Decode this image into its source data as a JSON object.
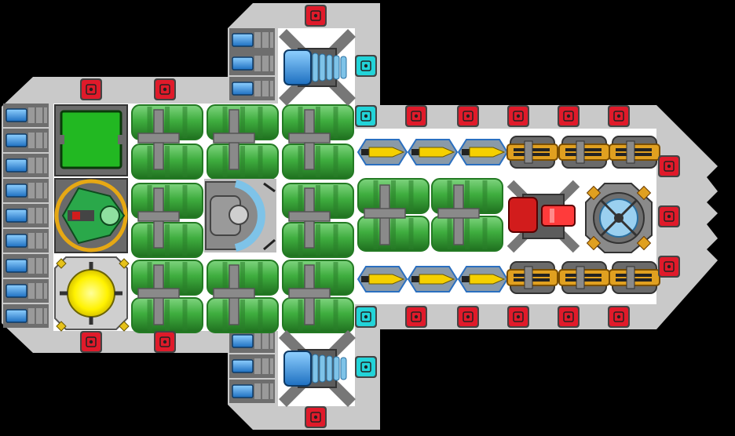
{
  "ship": {
    "hull_color": "#c9c9c9",
    "floor_color": "#ffffff",
    "glyph_color": "#9a9a9a",
    "colors": {
      "hardpoint_red": "#e01a2a",
      "hardpoint_cyan": "#22d3d8",
      "fuel_green": "#3fae3f",
      "fuel_green_dark": "#237a23",
      "pipe_gray": "#8a8a8a",
      "thruster_blue": "#2f8fe0",
      "core_yellow": "#fff200",
      "missile_yellow": "#f5d000",
      "cannon_orange": "#e0a020",
      "reactor_red": "#d21c1c",
      "shield_blue": "#7ec3e8",
      "cockpit_green": "#22b822"
    }
  },
  "modules": {
    "cockpit": "command-module",
    "scanner": "sensor-module",
    "core": "power-core",
    "shield": "shield-generator",
    "reactor": "engine-reactor",
    "stabilizer": "gyro-stabilizer",
    "screen": "computer-screen"
  }
}
